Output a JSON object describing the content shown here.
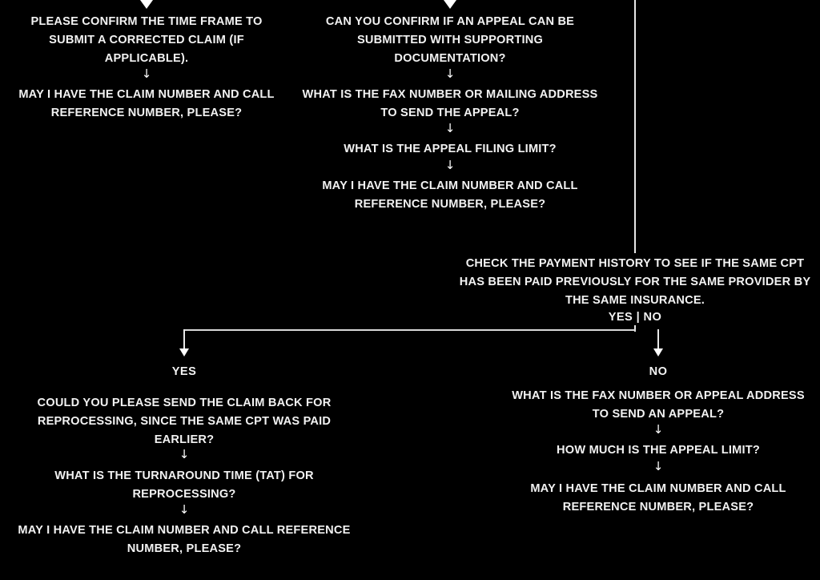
{
  "canvas": {
    "background": "#000000",
    "text_color": "#ffffff",
    "line_color": "#e8e8e8"
  },
  "flowchart": {
    "type": "decision-tree",
    "title_visible": false,
    "columns": {
      "left_top": {
        "name": "corrected-claim-branch",
        "steps": [
          "PLEASE CONFIRM THE TIME FRAME TO SUBMIT A CORRECTED CLAIM (IF APPLICABLE).",
          "MAY I HAVE THE CLAIM NUMBER AND CALL REFERENCE NUMBER, PLEASE?"
        ]
      },
      "right_top": {
        "name": "appeal-branch",
        "steps": [
          "CAN YOU CONFIRM IF AN APPEAL CAN BE SUBMITTED WITH SUPPORTING DOCUMENTATION?",
          "WHAT IS THE FAX NUMBER OR MAILING ADDRESS TO SEND THE APPEAL?",
          "WHAT IS THE APPEAL FILING LIMIT?",
          "MAY I HAVE THE CLAIM NUMBER AND CALL REFERENCE NUMBER, PLEASE?"
        ]
      }
    },
    "decision": {
      "name": "payment-history-check",
      "text": "CHECK THE PAYMENT HISTORY TO SEE IF THE SAME CPT HAS BEEN PAID PREVIOUSLY FOR THE SAME PROVIDER BY THE SAME INSURANCE.",
      "options_text": "YES | NO",
      "options": [
        "YES",
        "NO"
      ]
    },
    "yes_branch": {
      "name": "yes-branch",
      "label": "YES",
      "steps": [
        "COULD YOU PLEASE SEND THE CLAIM BACK FOR REPROCESSING, SINCE THE SAME CPT WAS PAID EARLIER?",
        "WHAT IS THE TURNAROUND TIME (TAT) FOR REPROCESSING?",
        "MAY I HAVE THE CLAIM NUMBER AND CALL REFERENCE NUMBER, PLEASE?"
      ]
    },
    "no_branch": {
      "name": "no-branch",
      "label": "NO",
      "steps": [
        "WHAT IS THE FAX NUMBER OR APPEAL ADDRESS TO SEND AN APPEAL?",
        "HOW MUCH IS THE APPEAL LIMIT?",
        "MAY I HAVE THE CLAIM NUMBER AND CALL REFERENCE NUMBER, PLEASE?"
      ]
    },
    "connector_glyph": "↓"
  }
}
